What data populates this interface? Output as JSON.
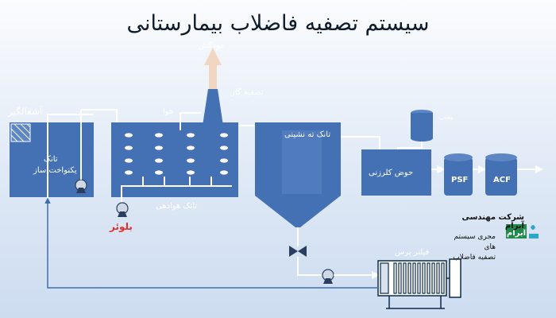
{
  "title": "سیستم تصفیه فاضلاب بیمارستانی",
  "labels": {
    "chimney": "دودکش",
    "gas_treatment": "تصفیه گاز",
    "air": "هوا",
    "screen": "آشغالگیر",
    "equalization_tank": [
      "تانک",
      "یکنواخت ساز"
    ],
    "aeration_tank": "تانک هوادهی",
    "blower": "بلوئر",
    "settling_tank": "تانک ته نشینی",
    "pump": "پمپ",
    "chlorine_pond": "حوض کلرزنی",
    "psf": "PSF",
    "acf": "ACF",
    "filter_press": "فیلتر پرس"
  },
  "company": {
    "name": "شرکت مهندسی آبرام",
    "line1": "مجری سیستم های",
    "line2": "تصفیه فاضلاب"
  },
  "colors": {
    "equipment": "#4471b4",
    "equipment_light": "#5c86c4",
    "pipe_white": "#ffffff",
    "pipe_blue": "#3d6fb0",
    "chimney_arrow": "#f1d6c1",
    "logo_green": "#1f8b4c"
  }
}
